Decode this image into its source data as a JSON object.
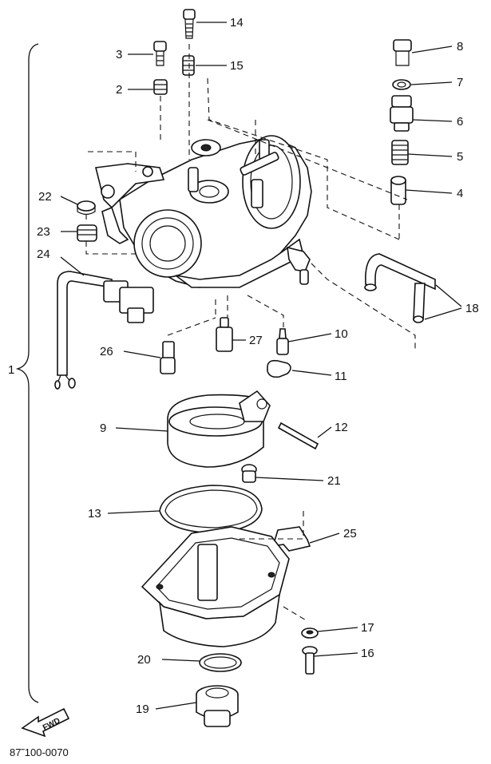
{
  "diagram": {
    "drawing_code": "87˜100-0070",
    "fwd_label": "FWD",
    "assembly_label": "1",
    "callouts": [
      {
        "id": "p14",
        "label": "14"
      },
      {
        "id": "p3",
        "label": "3"
      },
      {
        "id": "p15",
        "label": "15"
      },
      {
        "id": "p2",
        "label": "2"
      },
      {
        "id": "p8",
        "label": "8"
      },
      {
        "id": "p7",
        "label": "7"
      },
      {
        "id": "p6",
        "label": "6"
      },
      {
        "id": "p5",
        "label": "5"
      },
      {
        "id": "p4",
        "label": "4"
      },
      {
        "id": "p22",
        "label": "22"
      },
      {
        "id": "p23",
        "label": "23"
      },
      {
        "id": "p24",
        "label": "24"
      },
      {
        "id": "p18",
        "label": "18"
      },
      {
        "id": "p26",
        "label": "26"
      },
      {
        "id": "p27",
        "label": "27"
      },
      {
        "id": "p10",
        "label": "10"
      },
      {
        "id": "p11",
        "label": "11"
      },
      {
        "id": "p9",
        "label": "9"
      },
      {
        "id": "p12",
        "label": "12"
      },
      {
        "id": "p21",
        "label": "21"
      },
      {
        "id": "p13",
        "label": "13"
      },
      {
        "id": "p25",
        "label": "25"
      },
      {
        "id": "p17",
        "label": "17"
      },
      {
        "id": "p20",
        "label": "20"
      },
      {
        "id": "p16",
        "label": "16"
      },
      {
        "id": "p19",
        "label": "19"
      }
    ]
  }
}
